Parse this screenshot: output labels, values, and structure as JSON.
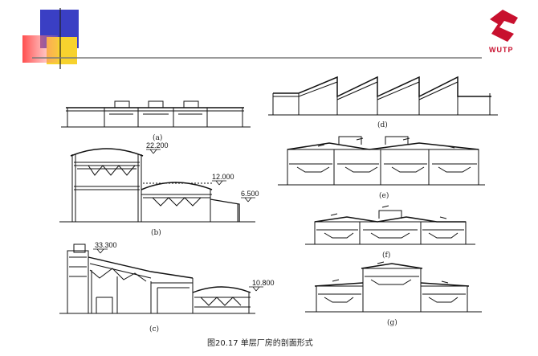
{
  "logo": {
    "text": "WUTP",
    "color": "#c8102e"
  },
  "deco": {
    "blue": "#3a3fc4",
    "yellow": "#f7d22e",
    "red": "#ff5a5a",
    "rule": "#7a7a7a"
  },
  "caption": "图20.17  单层厂房的剖面形式",
  "figures": {
    "a": {
      "label": "(a)"
    },
    "b": {
      "label": "(b)",
      "dims": [
        "22.200",
        "12.000",
        "6.500"
      ]
    },
    "c": {
      "label": "(c)",
      "dims": [
        "33.300",
        "10.800"
      ]
    },
    "d": {
      "label": "(d)"
    },
    "e": {
      "label": "(e)"
    },
    "f": {
      "label": "(f)"
    },
    "g": {
      "label": "(g)"
    }
  }
}
